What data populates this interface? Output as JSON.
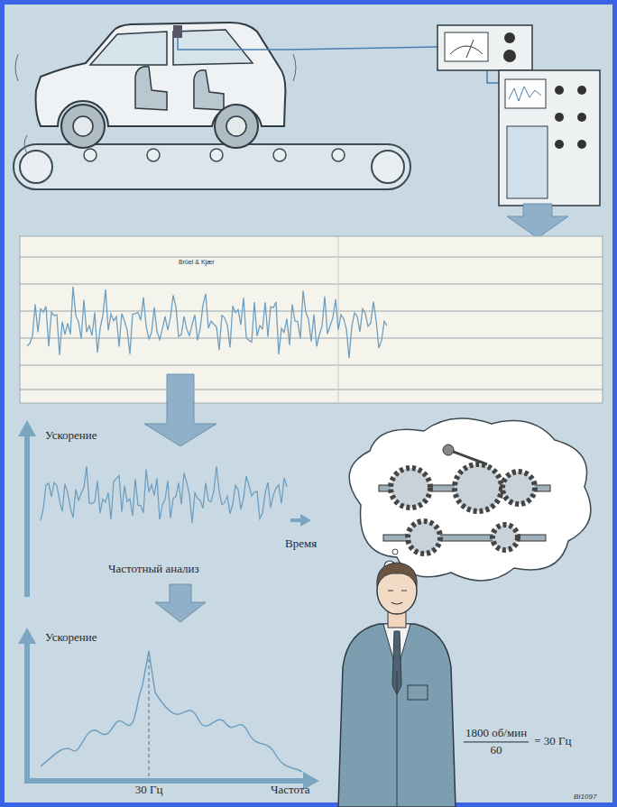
{
  "diagram": {
    "labels": [
      "Brüel & Kjær",
      "Ускорение",
      "Время",
      "Частотный анализ",
      "Ускорение",
      "30 Гц",
      "Частота",
      "1800 об/мин",
      "60",
      "= 30 Гц",
      "BI1097"
    ]
  }
}
